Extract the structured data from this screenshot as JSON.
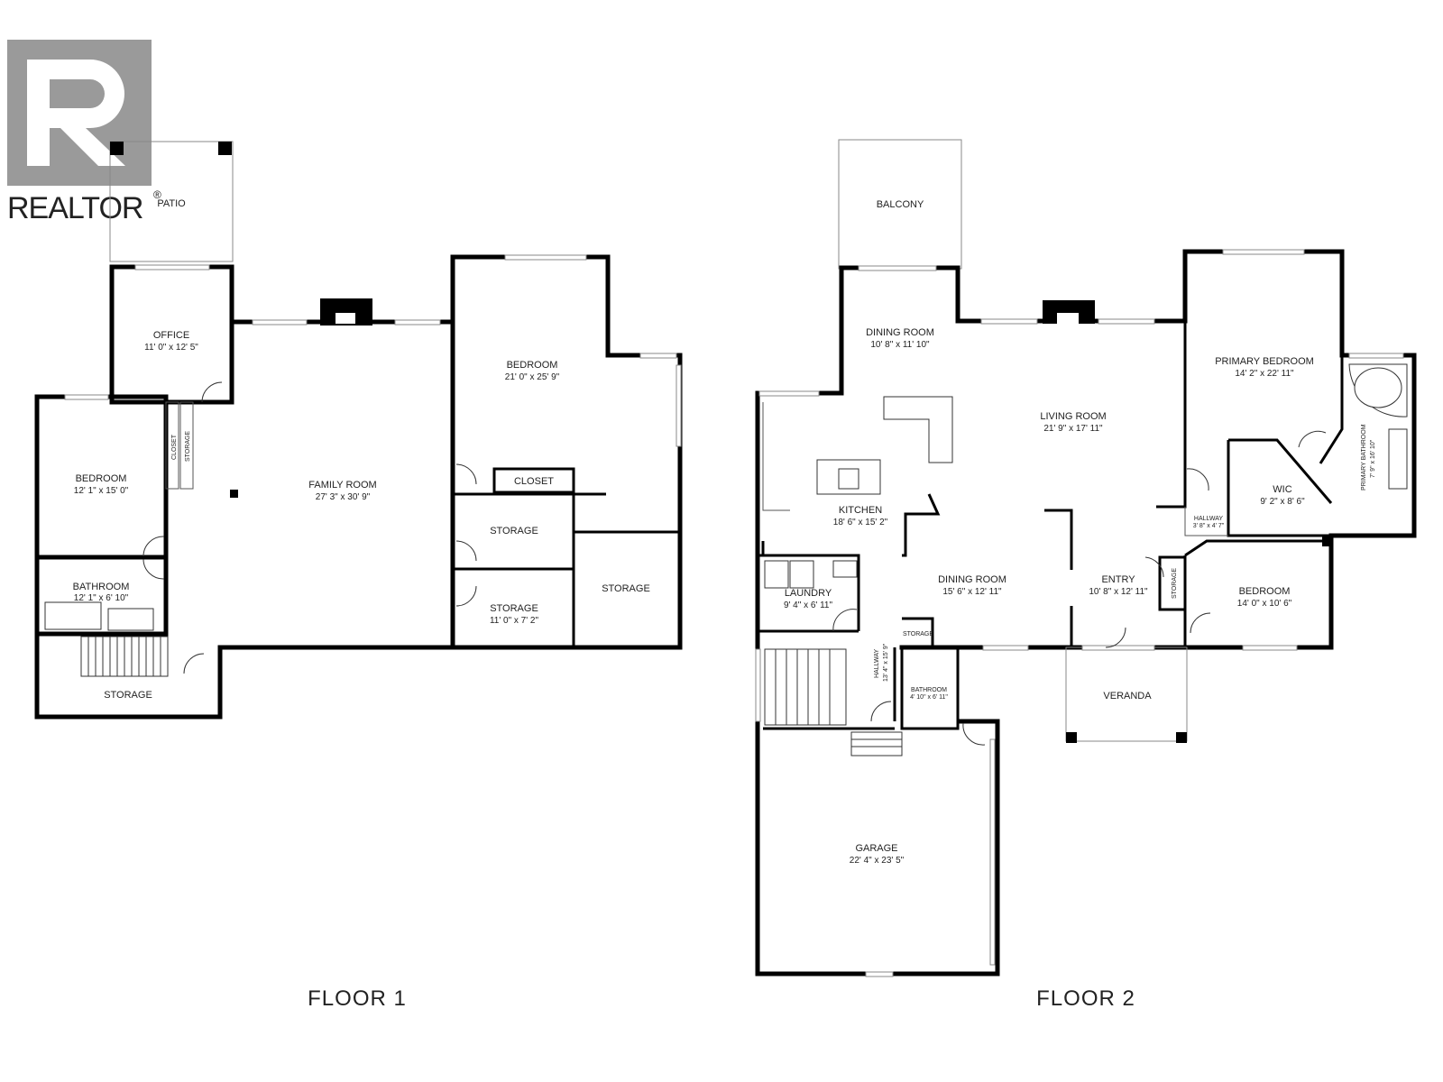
{
  "logo": {
    "text": "REALTOR",
    "mark": "®",
    "color": "#9a9a9a"
  },
  "floors": [
    {
      "label": "FLOOR 1",
      "rooms": [
        {
          "name": "PATIO",
          "dim": ""
        },
        {
          "name": "OFFICE",
          "dim": "11' 0\" x 12' 5\""
        },
        {
          "name": "BEDROOM",
          "dim": "21' 0\" x 25' 9\""
        },
        {
          "name": "BEDROOM",
          "dim": "12' 1\" x 15' 0\""
        },
        {
          "name": "FAMILY ROOM",
          "dim": "27' 3\" x 30' 9\""
        },
        {
          "name": "CLOSET",
          "dim": ""
        },
        {
          "name": "STORAGE",
          "dim": ""
        },
        {
          "name": "BATHROOM",
          "dim": "12' 1\" x 6' 10\""
        },
        {
          "name": "STORAGE",
          "dim": "11' 0\" x 7' 2\""
        },
        {
          "name": "STORAGE",
          "dim": ""
        },
        {
          "name": "STORAGE",
          "dim": ""
        },
        {
          "name": "CLOSET",
          "dim": ""
        },
        {
          "name": "STORAGE",
          "dim": ""
        }
      ]
    },
    {
      "label": "FLOOR 2",
      "rooms": [
        {
          "name": "BALCONY",
          "dim": ""
        },
        {
          "name": "DINING ROOM",
          "dim": "10' 8\" x 11' 10\""
        },
        {
          "name": "PRIMARY BEDROOM",
          "dim": "14' 2\" x 22' 11\""
        },
        {
          "name": "LIVING ROOM",
          "dim": "21' 9\" x 17' 11\""
        },
        {
          "name": "KITCHEN",
          "dim": "18' 6\" x 15' 2\""
        },
        {
          "name": "WIC",
          "dim": "9' 2\" x 8' 6\""
        },
        {
          "name": "PRIMARY BATHROOM",
          "dim": "7' 9\" x 16' 10\""
        },
        {
          "name": "HALLWAY",
          "dim": "3' 8\" x 4' 7\""
        },
        {
          "name": "DINING ROOM",
          "dim": "15' 6\" x 12' 11\""
        },
        {
          "name": "ENTRY",
          "dim": "10' 8\" x 12' 11\""
        },
        {
          "name": "STORAGE",
          "dim": ""
        },
        {
          "name": "BEDROOM",
          "dim": "14' 0\" x 10' 6\""
        },
        {
          "name": "LAUNDRY",
          "dim": "9' 4\" x 6' 11\""
        },
        {
          "name": "STORAGE",
          "dim": ""
        },
        {
          "name": "HALLWAY",
          "dim": "13' 4\" x 15' 9\""
        },
        {
          "name": "BATHROOM",
          "dim": "4' 10\" x 6' 11\""
        },
        {
          "name": "VERANDA",
          "dim": ""
        },
        {
          "name": "GARAGE",
          "dim": "22' 4\" x 23' 5\""
        }
      ]
    }
  ]
}
